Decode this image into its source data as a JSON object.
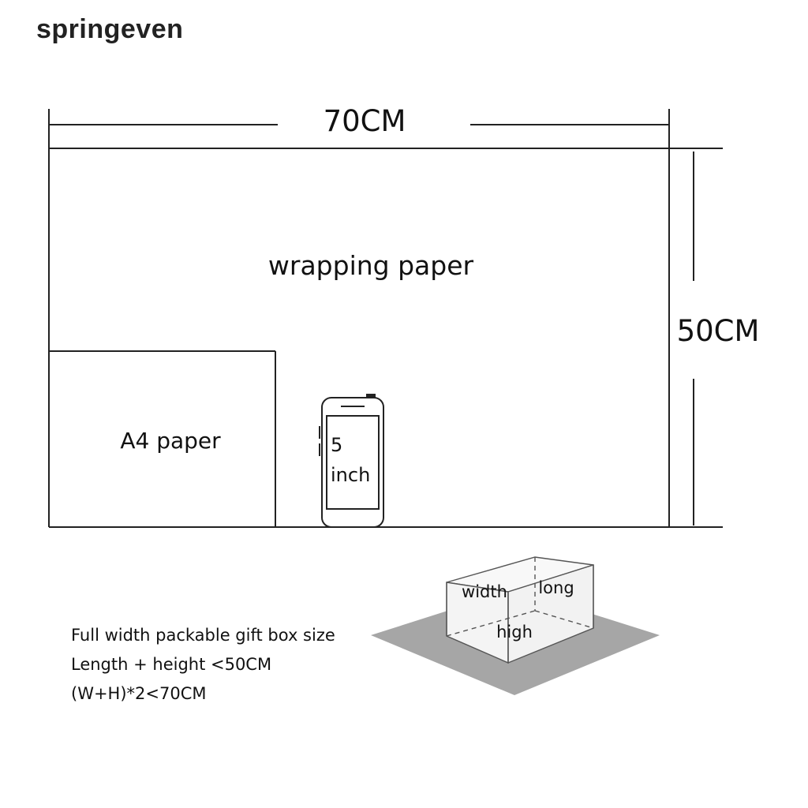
{
  "brand": "springeven",
  "diagram": {
    "width_label": "70CM",
    "height_label": "50CM",
    "wrapping_label": "wrapping paper",
    "a4_label": "A4 paper",
    "phone_line1": "5",
    "phone_line2": "inch"
  },
  "box": {
    "width_label": "width",
    "long_label": "long",
    "high_label": "high"
  },
  "notes": [
    "Full width packable gift box size",
    "Length + height <50CM",
    "(W+H)*2<70CM"
  ]
}
